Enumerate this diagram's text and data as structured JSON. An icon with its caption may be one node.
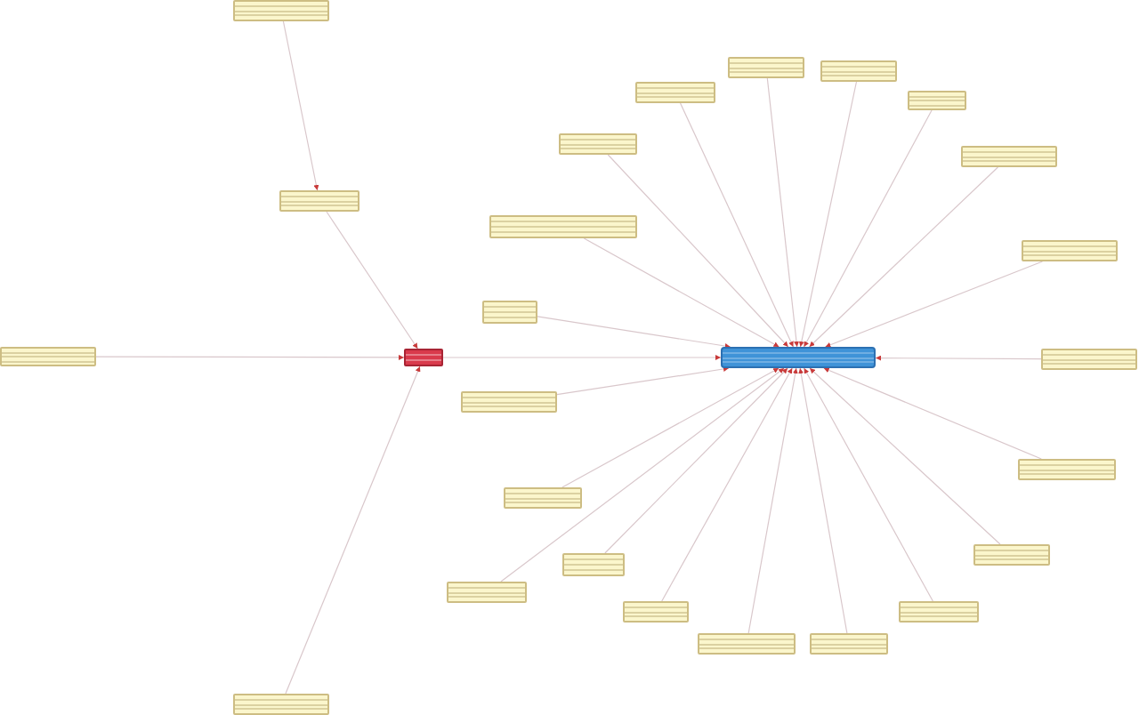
{
  "diagram": {
    "nodes": [
      {
        "text": [],
        "shape": "box"
      },
      {
        "text": [],
        "shape": "box"
      },
      {
        "text": [],
        "shape": "box"
      },
      {
        "text": [],
        "shape": "box"
      },
      {
        "text": [],
        "shape": "box"
      },
      {
        "text": [],
        "shape": "box"
      },
      {
        "text": [],
        "shape": "box"
      },
      {
        "text": [],
        "shape": "box"
      },
      {
        "text": [],
        "shape": "box"
      },
      {
        "text": [],
        "shape": "box"
      },
      {
        "text": [],
        "shape": "box"
      },
      {
        "text": [],
        "shape": "box"
      },
      {
        "text": [],
        "shape": "box"
      },
      {
        "text": [],
        "shape": "box"
      },
      {
        "text": [],
        "shape": "box"
      },
      {
        "text": [],
        "shape": "box"
      },
      {
        "text": [],
        "shape": "box"
      },
      {
        "text": [],
        "shape": "box"
      },
      {
        "text": [],
        "shape": "box"
      },
      {
        "text": [],
        "shape": "box"
      },
      {
        "text": [],
        "shape": "box"
      },
      {
        "text": [],
        "shape": "box"
      },
      {
        "text": [],
        "shape": "box"
      },
      {
        "text": [],
        "shape": "box"
      },
      {
        "text": [],
        "shape": "box"
      },
      {
        "text": [],
        "shape": "box"
      }
    ],
    "edges": [
      {
        "from": 0,
        "to": 7,
        "arrow": "to"
      },
      {
        "from": 7,
        "to": 12,
        "arrow": "to"
      },
      {
        "from": 11,
        "to": 12,
        "arrow": "to"
      },
      {
        "from": 25,
        "to": 12,
        "arrow": "to"
      },
      {
        "from": 12,
        "to": 13,
        "arrow": "to"
      },
      {
        "from": 1,
        "to": 13,
        "arrow": "to"
      },
      {
        "from": 2,
        "to": 13,
        "arrow": "to"
      },
      {
        "from": 3,
        "to": 13,
        "arrow": "to"
      },
      {
        "from": 4,
        "to": 13,
        "arrow": "to"
      },
      {
        "from": 5,
        "to": 13,
        "arrow": "to"
      },
      {
        "from": 6,
        "to": 13,
        "arrow": "to"
      },
      {
        "from": 8,
        "to": 13,
        "arrow": "to"
      },
      {
        "from": 9,
        "to": 13,
        "arrow": "to"
      },
      {
        "from": 10,
        "to": 13,
        "arrow": "to"
      },
      {
        "from": 14,
        "to": 13,
        "arrow": "to"
      },
      {
        "from": 15,
        "to": 13,
        "arrow": "to"
      },
      {
        "from": 16,
        "to": 13,
        "arrow": "to"
      },
      {
        "from": 17,
        "to": 13,
        "arrow": "to"
      },
      {
        "from": 18,
        "to": 13,
        "arrow": "to"
      },
      {
        "from": 19,
        "to": 13,
        "arrow": "to"
      },
      {
        "from": 20,
        "to": 13,
        "arrow": "to"
      },
      {
        "from": 21,
        "to": 13,
        "arrow": "to"
      },
      {
        "from": 22,
        "to": 13,
        "arrow": "to"
      },
      {
        "from": 23,
        "to": 13,
        "arrow": "to"
      },
      {
        "from": 24,
        "to": 13,
        "arrow": "to"
      }
    ]
  }
}
